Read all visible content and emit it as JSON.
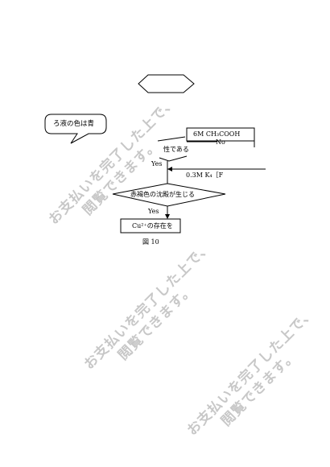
{
  "bubble_text": "ろ液の色は青",
  "reagent_top": "6M CH₃COOH",
  "branch_no": "No",
  "condition_1": "性である",
  "branch_yes_1": "Yes",
  "reagent_2": "0.3M K₄［F",
  "condition_2": "赤褐色の沈殿が生じる",
  "branch_yes_2": "Yes",
  "conclusion": "Cu²⁺の存在を",
  "figure_caption": "図 10",
  "watermark_line1": "お支払いを完了した上で、",
  "watermark_line2": "閲覧できます。"
}
